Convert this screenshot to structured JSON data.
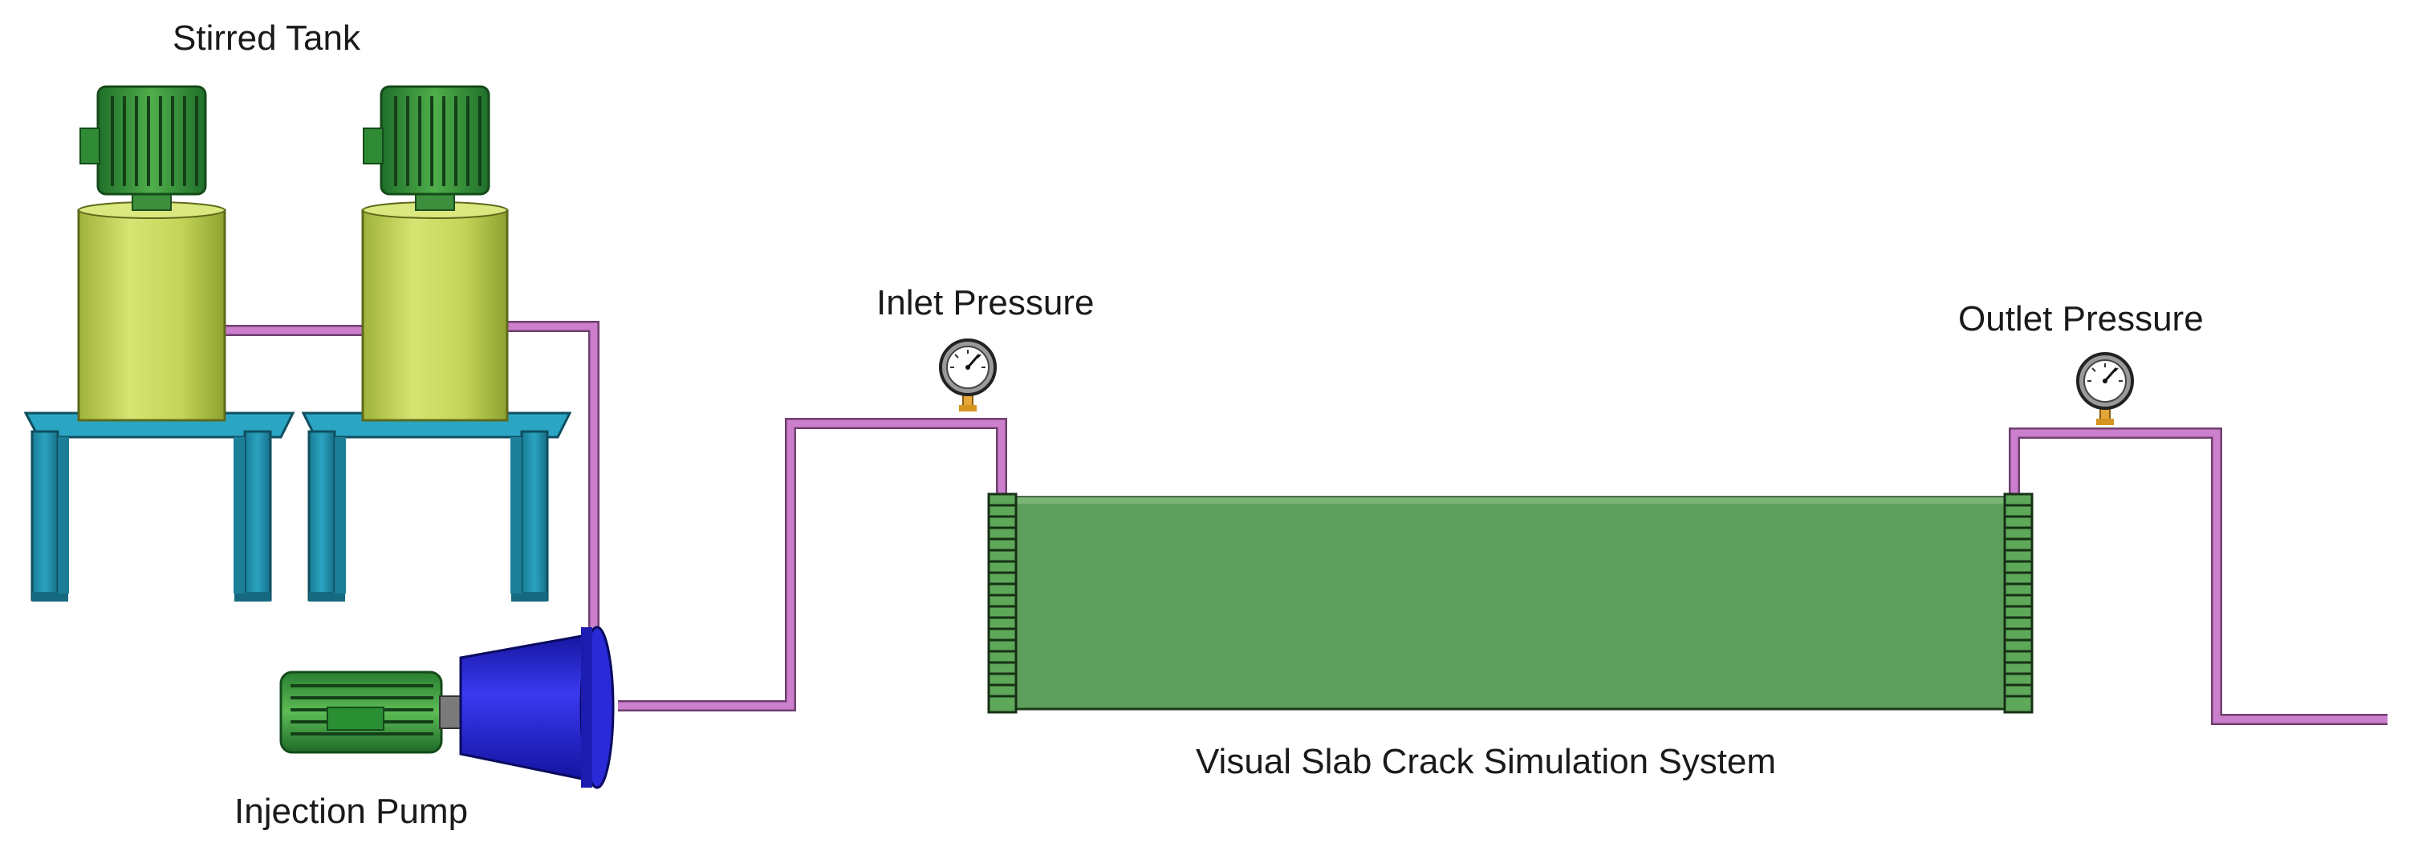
{
  "labels": {
    "stirred_tank": "Stirred Tank",
    "inlet_pressure": "Inlet Pressure",
    "outlet_pressure": "Outlet Pressure",
    "simulation_system": "Visual Slab Crack Simulation System",
    "injection_pump": "Injection Pump"
  },
  "colors": {
    "pipe": "#cc7fcc",
    "pipe_edge": "#6f3f6f",
    "tank_body": "#c6d65a",
    "motor": "#3f9f3f",
    "stand": "#1f8ea8",
    "pump": "#2c2ce0",
    "slab": "#5e9e5c",
    "gauge_stem": "#e5a838"
  },
  "icons": [
    "motor-icon",
    "pressure-gauge-icon"
  ]
}
